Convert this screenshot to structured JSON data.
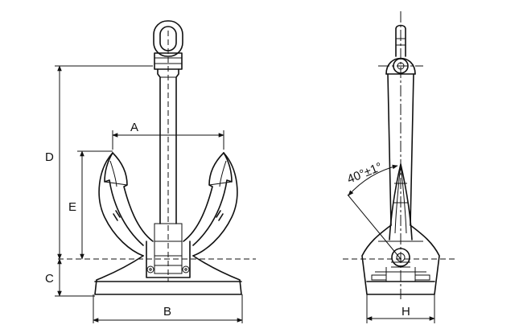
{
  "dimension_labels": {
    "a": "A",
    "b": "B",
    "c": "C",
    "d": "D",
    "e": "E",
    "h": "H",
    "angle": "40°±1°"
  }
}
